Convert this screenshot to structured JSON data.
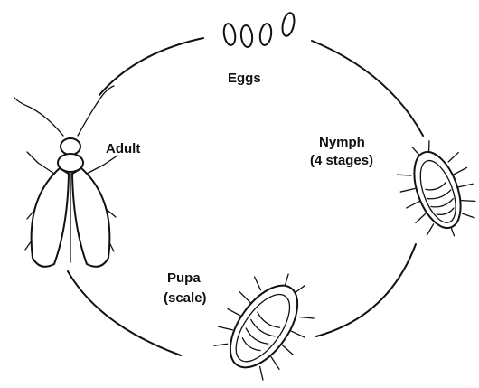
{
  "stages": {
    "eggs": {
      "label": "Eggs"
    },
    "nymph": {
      "line1": "Nymph",
      "line2": "(4 stages)"
    },
    "pupa": {
      "line1": "Pupa",
      "line2": "(scale)"
    },
    "adult": {
      "label": "Adult"
    }
  },
  "colors": {
    "ink": "#111111",
    "background": "#ffffff"
  }
}
